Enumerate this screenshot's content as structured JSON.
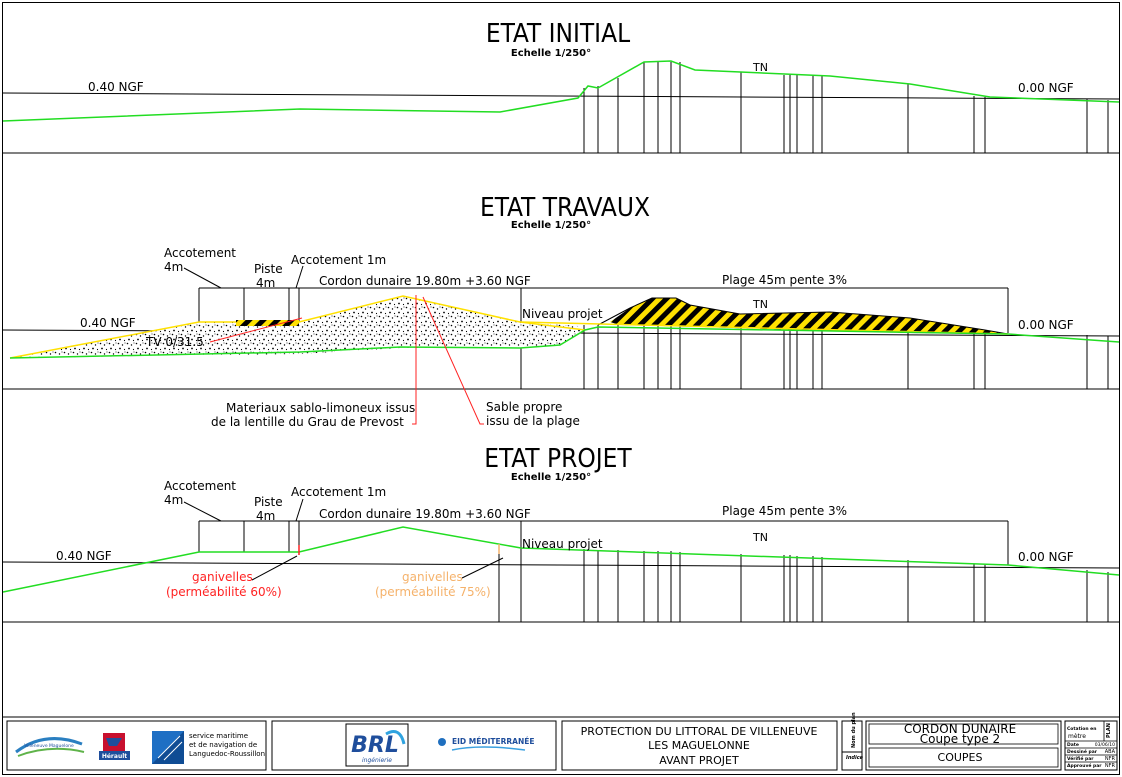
{
  "sections": {
    "initial": {
      "title": "ETAT INITIAL",
      "scale": "Echelle 1/250°",
      "left_level": "0.40  NGF",
      "right_level": "0.00  NGF",
      "tn": "TN"
    },
    "travaux": {
      "title": "ETAT TRAVAUX",
      "scale": "Echelle 1/250°",
      "left_level": "0.40  NGF",
      "right_level": "0.00  NGF",
      "tn": "TN",
      "accotement4_l1": "Accotement",
      "accotement4_l2": "4m",
      "piste_l1": "Piste",
      "piste_l2": "4m",
      "accotement1": "Accotement  1m",
      "cordon": "Cordon dunaire  19.80m  +3.60  NGF",
      "plage": "Plage 45m  pente 3%",
      "niveau": "Niveau  projet",
      "tv": "TV 0/31.5",
      "materiaux_l1": "Materiaux sablo-limoneux issus",
      "materiaux_l2": "de la lentille du Grau de Prevost",
      "sable_l1": "Sable propre",
      "sable_l2": "issu de la plage"
    },
    "projet": {
      "title": "ETAT PROJET",
      "scale": "Echelle 1/250°",
      "left_level": "0.40  NGF",
      "right_level": "0.00  NGF",
      "tn": "TN",
      "accotement4_l1": "Accotement",
      "accotement4_l2": "4m",
      "piste_l1": "Piste",
      "piste_l2": "4m",
      "accotement1": "Accotement  1m",
      "cordon": "Cordon dunaire  19.80m  +3.60  NGF",
      "plage": "Plage 45m  pente 3%",
      "niveau": "Niveau  projet",
      "gan60_l1": "ganivelles",
      "gan60_l2": "(perméabilité 60%)",
      "gan75_l1": "ganivelles",
      "gan75_l2": "(perméabilité 75%)"
    }
  },
  "cartouche": {
    "logo_villeneuve": "Villeneuve Maguelone",
    "logo_herault": "Hérault",
    "service_l1": "service maritime",
    "service_l2": "et de navigation de",
    "service_l3": "Languedoc-Roussillon",
    "brl": "BRL",
    "brl_sub": "ingénierie",
    "eid": "EID MÉDITERRANÉE",
    "project_l1": "PROTECTION DU LITTORAL DE VILLENEUVE",
    "project_l2": "LES MAGUELONNE",
    "project_l3": "AVANT PROJET",
    "vertical_label": "Nom du plan",
    "indice": "Indice",
    "drawing_title": "CORDON DUNAIRE",
    "drawing_sub": "Coupe type 2",
    "coupes": "COUPES",
    "cotation_label": "Cotation en",
    "cotation_value": "mètre",
    "plan_label": "PLAN",
    "date_label": "Date",
    "date_value": "03/06/10",
    "dessine_label": "Dessiné par",
    "dessine_value": "ABA",
    "verifie_label": "Vérifié par",
    "verifie_value": "NFR",
    "approuve_label": "Approuvé par",
    "approuve_value": "NFR"
  },
  "colors": {
    "terrain_green": "#22dd22",
    "highlight_red": "#ff2222",
    "highlight_orange": "#f5b26b",
    "sand_yellow": "#ffe100",
    "line_black": "#000000"
  }
}
